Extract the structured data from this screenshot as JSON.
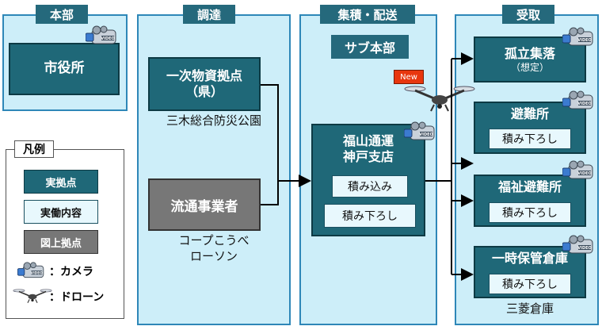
{
  "columns": {
    "honbu": "本部",
    "choutatsu": "調達",
    "shuuseki": "集積・配送",
    "juryo": "受取"
  },
  "honbu": {
    "node": "市役所"
  },
  "choutatsu": {
    "node1_line1": "一次物資拠点",
    "node1_line2": "（県）",
    "node1_caption": "三木総合防災公園",
    "node2": "流通事業者",
    "node2_caption_line1": "コープこうべ",
    "node2_caption_line2": "ローソン"
  },
  "shuuseki": {
    "subhead": "サブ本部",
    "node_line1": "福山通運",
    "node_line2": "神戸支店",
    "act1": "積み込み",
    "act2": "積み下ろし",
    "new_badge": "New"
  },
  "juryo": {
    "node1_line1": "孤立集落",
    "node1_line2": "（想定）",
    "node2": "避難所",
    "node2_act": "積み下ろし",
    "node3": "福祉避難所",
    "node3_act": "積み下ろし",
    "node4": "一時保管倉庫",
    "node4_act": "積み下ろし",
    "node4_caption": "三菱倉庫"
  },
  "camera_label": "VIDEO",
  "legend": {
    "title": "凡例",
    "real_base": "実拠点",
    "real_activity": "実働内容",
    "paper_base": "図上拠点",
    "camera": "：カメラ",
    "drone": "：ドローン"
  },
  "colors": {
    "panel": "#cdeef9",
    "panel_border": "#2e87b8",
    "node": "#1f6878",
    "header": "#25697c",
    "new_badge": "#e8360e"
  }
}
